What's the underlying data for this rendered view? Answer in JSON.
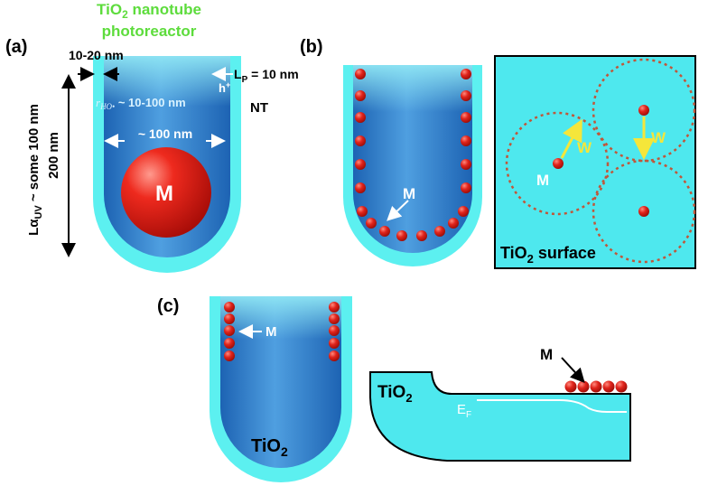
{
  "header": {
    "title_line1": "TiO",
    "title_sub": "2",
    "title_line1_rest": " nanotube",
    "title_line2": "photoreactor"
  },
  "panel_a": {
    "label": "(a)",
    "wall_thickness": "10-20 nm",
    "diffusion_L": "L",
    "diffusion_sub": "P",
    "diffusion_value": " = 10 nm",
    "hole": "h",
    "hole_sup": "+",
    "radius_r": "r",
    "radius_sub": "HO•",
    "radius_value": " ~ 10-100 nm",
    "diameter": "~ 100 nm",
    "tube_label": "NT",
    "depth_label_L": "Lα",
    "depth_label_sub": "UV",
    "depth_label_rest": " ~ some 100 nm",
    "depth_200": "200 nm",
    "particle": "M"
  },
  "panel_b": {
    "label": "(b)",
    "particle": "M",
    "surface_particle": "M",
    "w1": "W",
    "w2": "W",
    "surface_name": "TiO",
    "surface_sub": "2",
    "surface_rest": " surface"
  },
  "panel_c": {
    "label": "(c)",
    "tube_particle": "M",
    "tube_label": "TiO",
    "tube_sub": "2",
    "slab_label": "TiO",
    "slab_sub": "2",
    "fermi": "E",
    "fermi_sub": "F",
    "slab_particle": "M"
  },
  "colors": {
    "title_green": "#5ddc3c",
    "wall_cyan": "#5cf0f0",
    "interior_blue": "#2a78c8",
    "particle_red": "#e0241c",
    "arrow_yellow": "#f5e63a",
    "surface_cyan": "#4ee8ee"
  }
}
